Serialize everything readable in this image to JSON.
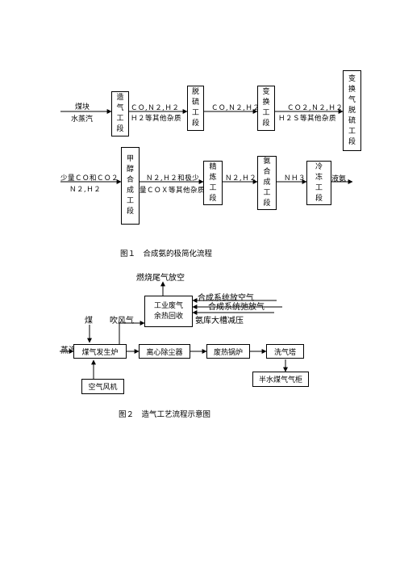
{
  "figure1": {
    "caption": "图１　合成氨的极简化流程",
    "row1": {
      "input_label_1": "煤块",
      "input_label_2": "水蒸汽",
      "box_1": "造气工段",
      "arrow_1_top": "ＣＯ,Ｎ２,Ｈ２",
      "arrow_1_bottom": "Ｈ２等其他杂质",
      "box_2": "脱硫工段",
      "arrow_2_top": "ＣＯ,Ｎ２,Ｈ２",
      "box_3": "变换工段",
      "arrow_3_top": "ＣＯ２,Ｎ２,Ｈ２",
      "arrow_3_bottom": "Ｈ２Ｓ等其他杂质",
      "box_4": "变换气脱硫工段"
    },
    "row2": {
      "input_label_1": "少量ＣＯ和ＣＯ２",
      "input_label_2": "Ｎ２,Ｈ２",
      "box_1": "甲醇合成工段",
      "arrow_1_top": "Ｎ２,Ｈ２和极少",
      "arrow_1_bottom": "量ＣＯＸ等其他杂质",
      "box_2": "精炼工段",
      "arrow_2_top": "Ｎ２,Ｈ２",
      "box_3": "氨合成工段",
      "arrow_3_top": "ＮＨ３",
      "box_4": "冷冻工段",
      "output_label": "液氨"
    }
  },
  "figure2": {
    "caption": "图２　造气工艺流程示意图",
    "recovery_box_line1": "工业废气",
    "recovery_box_line2": "余热回收",
    "exhaust_label": "燃烧尾气放空",
    "in_1": "合成系统放空气",
    "in_2": "合成系统弛放气",
    "in_3": "氨库大槽减压",
    "coal_label": "煤",
    "blow_label": "吹风气",
    "steam_label": "蒸汽",
    "gasifier": "煤气发生炉",
    "dust_collector": "离心除尘器",
    "waste_boiler": "废热锅炉",
    "scrubber": "洗气塔",
    "gas_holder": "半水煤气气柜",
    "air_blower": "空气风机"
  }
}
